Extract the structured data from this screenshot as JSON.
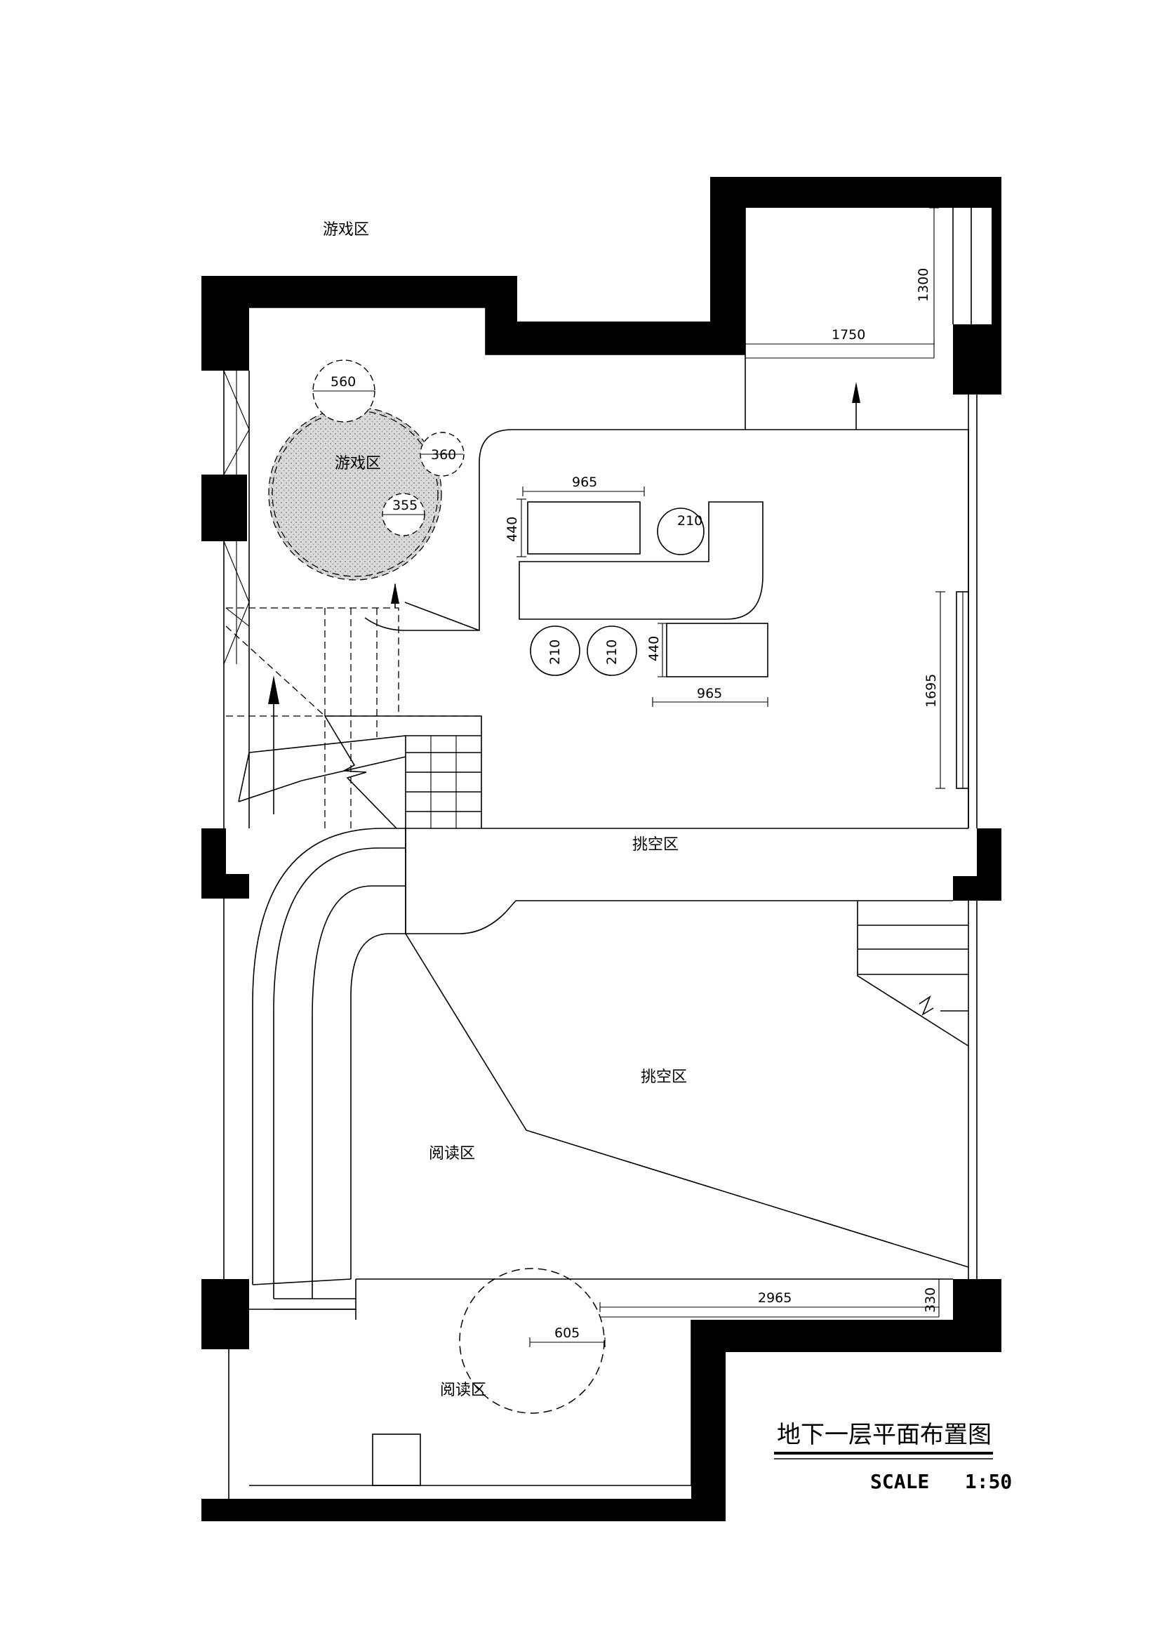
{
  "drawing": {
    "title": "地下一层平面布置图",
    "scale": "SCALE   1:50"
  },
  "rooms": [
    {
      "id": "game-top",
      "label": "游戏区"
    },
    {
      "id": "game-circle",
      "label": "游戏区"
    },
    {
      "id": "void-1",
      "label": "挑空区"
    },
    {
      "id": "void-2",
      "label": "挑空区"
    },
    {
      "id": "reading-1",
      "label": "阅读区"
    },
    {
      "id": "reading-2",
      "label": "阅读区"
    }
  ],
  "dimensions": {
    "d1300": "1300",
    "d1750": "1750",
    "d560": "560",
    "d360": "360",
    "d355": "355",
    "d965a": "965",
    "d440a": "440",
    "d210a": "210",
    "d210b": "210",
    "d210c": "210",
    "d440b": "440",
    "d965b": "965",
    "d1695": "1695",
    "d2965": "2965",
    "d330": "330",
    "d605": "605"
  },
  "colors": {
    "wall": "#000000",
    "line": "#000000",
    "hatch": "#b8b8b8",
    "paper": "#ffffff"
  }
}
